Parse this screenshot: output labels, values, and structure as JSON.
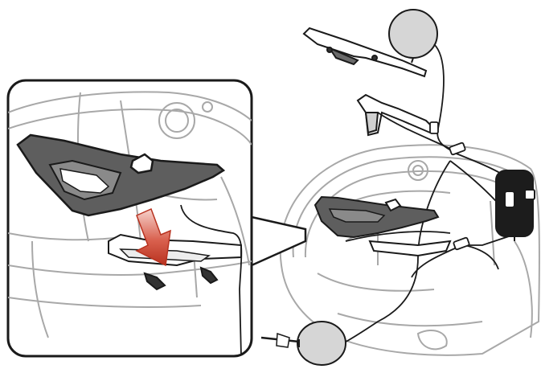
{
  "diagram": {
    "parts": [
      {
        "name": "left-speaker",
        "icon": "round-speaker-icon"
      },
      {
        "name": "right-speaker",
        "icon": "round-speaker-icon"
      },
      {
        "name": "boom-microphone-clamp",
        "icon": "clamp-icon"
      },
      {
        "name": "control-unit",
        "icon": "intercom-unit-icon"
      },
      {
        "name": "speaker-pad-bracket",
        "icon": "bracket-icon"
      },
      {
        "name": "helmet-shell",
        "icon": "helmet-icon"
      }
    ],
    "callout": {
      "icon": "zoom-callout-icon"
    },
    "arrow": {
      "icon": "down-arrow-icon",
      "color": "#c0392b"
    },
    "colors": {
      "line": "#1a1a1a",
      "helmet": "#9a9a9a",
      "part_fill": "#5e5e5e",
      "speaker_fill": "#d6d6d6"
    }
  }
}
